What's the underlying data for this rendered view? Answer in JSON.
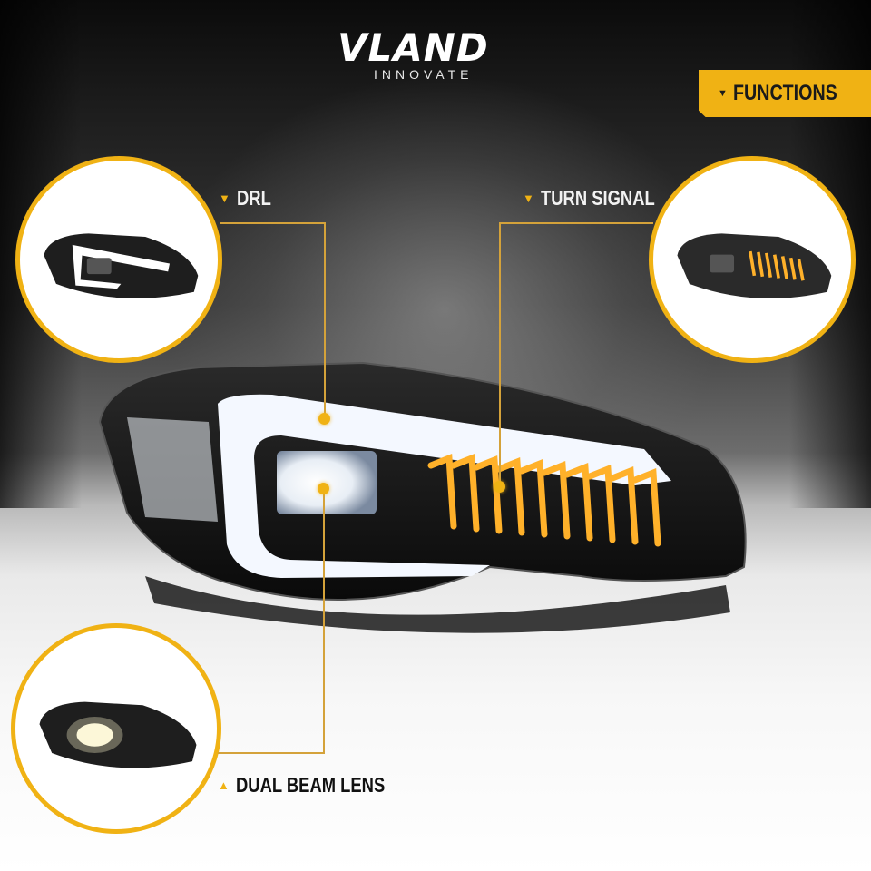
{
  "brand": {
    "name": "VLAND",
    "tagline": "INNOVATE"
  },
  "header_badge": {
    "label": "FUNCTIONS",
    "icon": "triangle-down-icon",
    "color": "#f0b214"
  },
  "features": [
    {
      "label": "DRL",
      "icon": "triangle-down-icon",
      "position": "top-left"
    },
    {
      "label": "TURN SIGNAL",
      "icon": "triangle-down-icon",
      "position": "top-right"
    },
    {
      "label": "DUAL BEAM LENS",
      "icon": "triangle-up-icon",
      "position": "bottom-left"
    }
  ],
  "colors": {
    "accent": "#f0b214",
    "callout_line": "#d4a23a",
    "background_top": "#0b0b0b",
    "background_bottom": "#ffffff"
  }
}
